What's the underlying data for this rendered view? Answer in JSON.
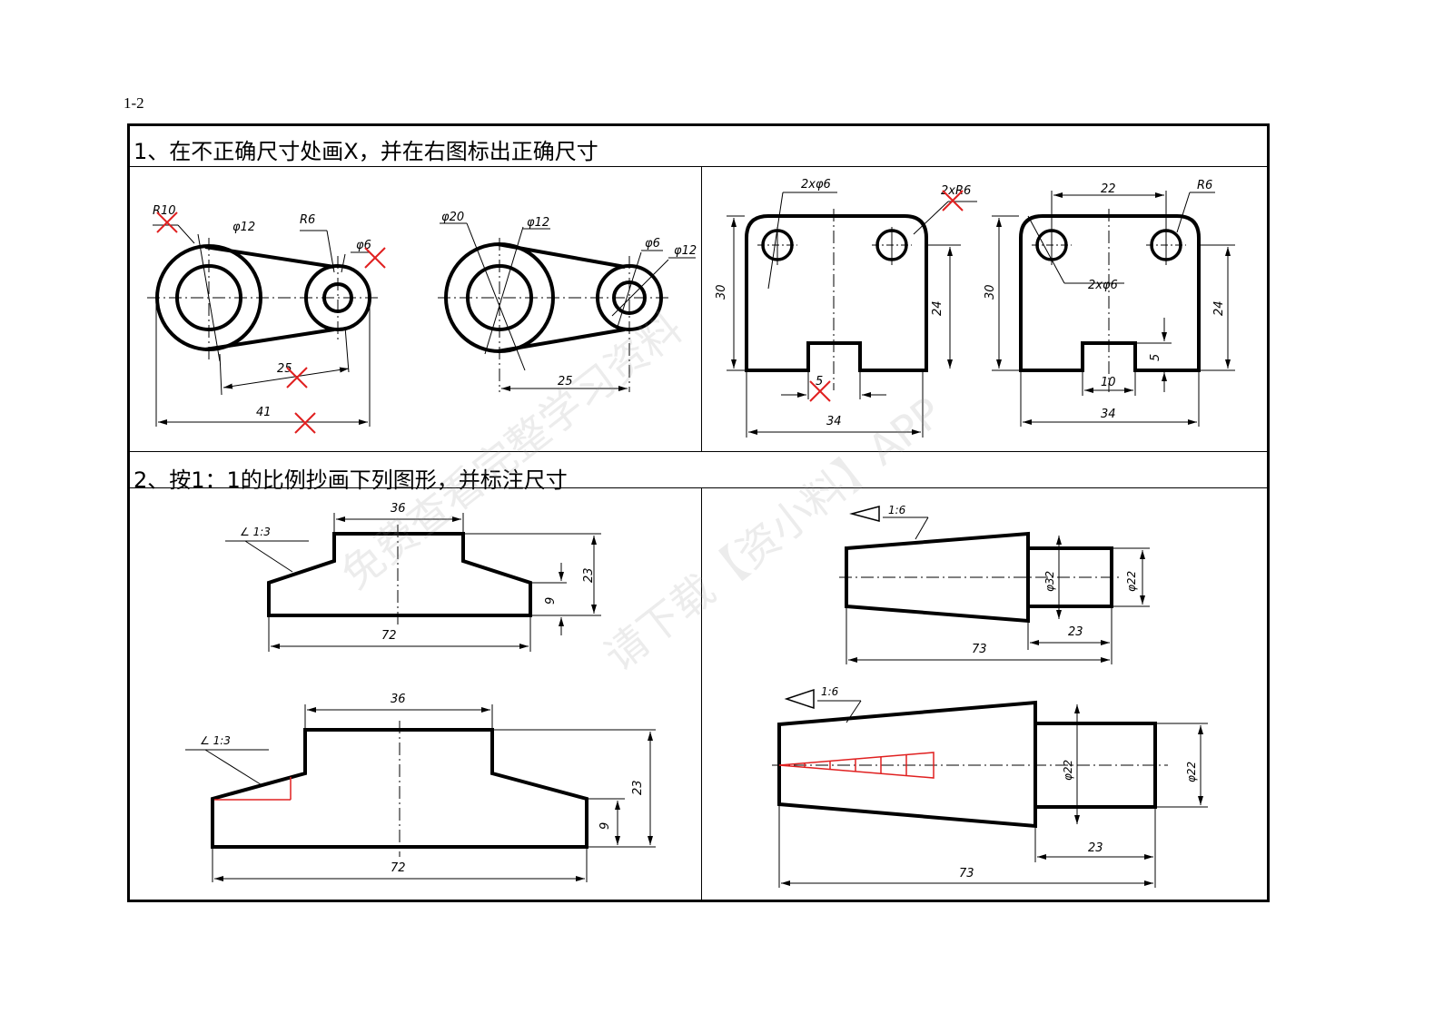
{
  "page_number": "1-2",
  "section1": {
    "heading": "1、在不正确尺寸处画X，并在右图标出正确尺寸",
    "left_wrong": {
      "labels": [
        "R10",
        "φ12",
        "R6",
        "φ6",
        "25",
        "41"
      ]
    },
    "left_correct": {
      "labels": [
        "φ20",
        "φ12",
        "φ6",
        "φ12",
        "25"
      ]
    },
    "right_wrong": {
      "labels": [
        "2xφ6",
        "2xR6",
        "30",
        "24",
        "5",
        "34"
      ]
    },
    "right_correct": {
      "labels": [
        "22",
        "R6",
        "30",
        "2xφ6",
        "24",
        "5",
        "10",
        "34"
      ]
    }
  },
  "section2": {
    "heading": "2、按1：1的比例抄画下列图形，并标注尺寸",
    "stepped_block": {
      "slope": "∠ 1:3",
      "top_width": "36",
      "height": "23",
      "base_height": "9",
      "length": "72"
    },
    "taper_shaft": {
      "taper": "1:6",
      "big_dia": "φ32",
      "small_dia_inner": "φ22",
      "small_dia": "φ22",
      "step_length": "23",
      "length": "73"
    }
  },
  "watermark": {
    "line1": "免费查看完整学习资料",
    "line2": "请下载【资小料】APP"
  },
  "colors": {
    "line": "#000000",
    "mark": "#e02020",
    "border": "#000000"
  }
}
